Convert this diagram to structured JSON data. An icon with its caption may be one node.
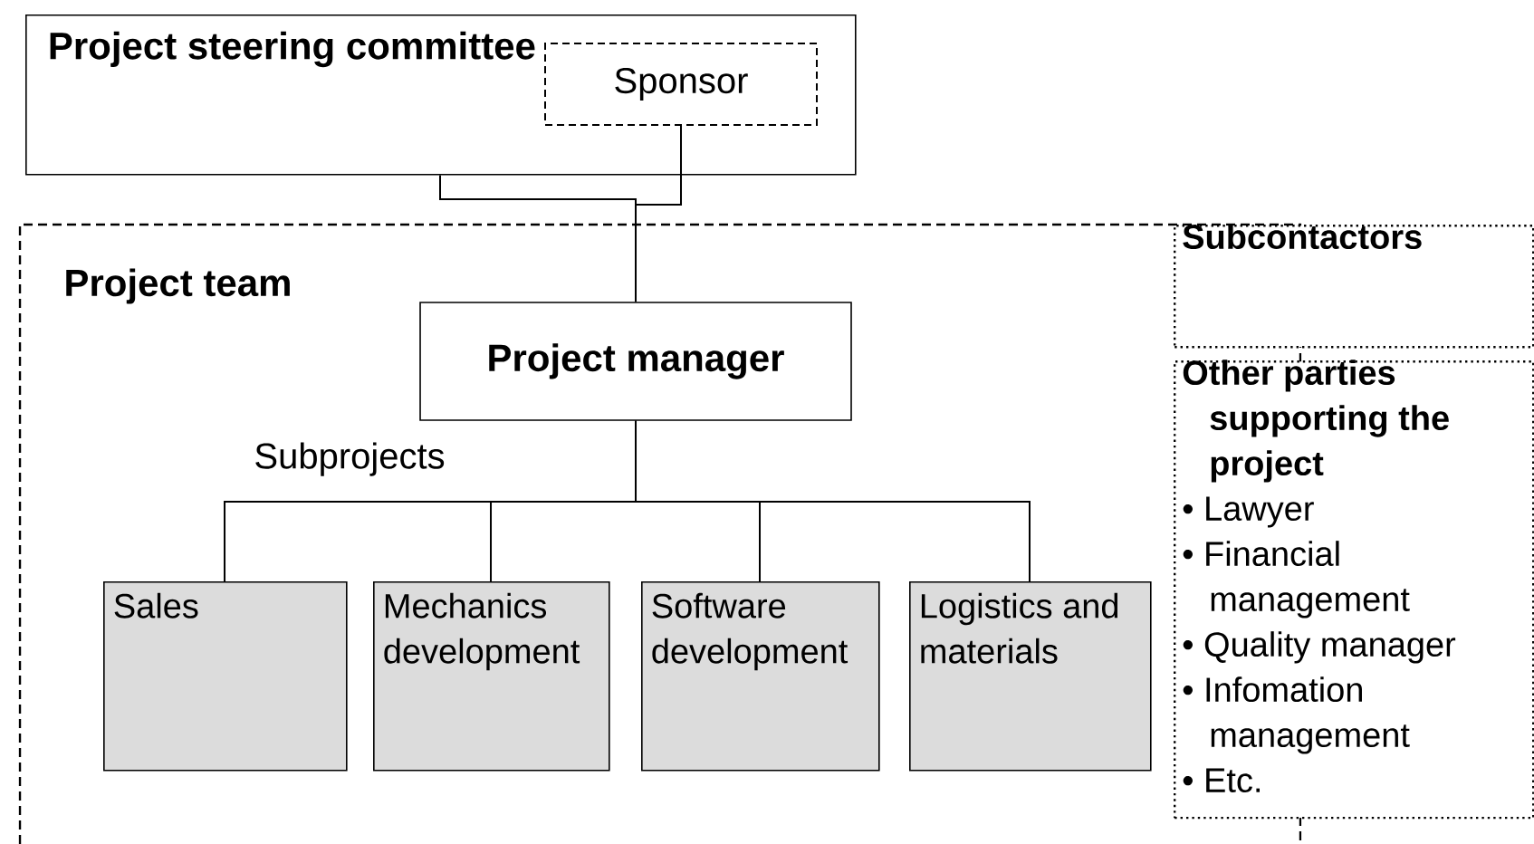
{
  "diagram": {
    "nodes": [
      {
        "text": [
          "Project steering committee"
        ]
      },
      {
        "text": [
          "Sponsor"
        ],
        "in": 0
      },
      {
        "text": [
          "Project team"
        ]
      },
      {
        "text": [
          "Project manager"
        ],
        "in": 2
      },
      {
        "text": [
          "Sales"
        ],
        "in": 2
      },
      {
        "text": [
          "Mechanics development"
        ],
        "in": 2
      },
      {
        "text": [
          "Software development"
        ],
        "in": 2
      },
      {
        "text": [
          "Logistics and materials"
        ],
        "in": 2
      },
      {
        "text": [
          "Subcontactors"
        ]
      },
      {
        "text": [
          "Other parties supporting the project",
          "• Lawyer",
          "• Financial management",
          "• Quality manager",
          "• Infomation management",
          "• Etc."
        ]
      }
    ],
    "edges": [
      {
        "from": 0,
        "to": 3,
        "arrow": "none"
      },
      {
        "from": 1,
        "to": 3,
        "arrow": "none"
      },
      {
        "from": 3,
        "to": 4,
        "arrow": "none"
      },
      {
        "from": 3,
        "to": 5,
        "arrow": "none"
      },
      {
        "from": 3,
        "to": 6,
        "arrow": "none"
      },
      {
        "from": 3,
        "to": 7,
        "arrow": "none"
      }
    ],
    "labels": [
      "Subprojects"
    ]
  }
}
